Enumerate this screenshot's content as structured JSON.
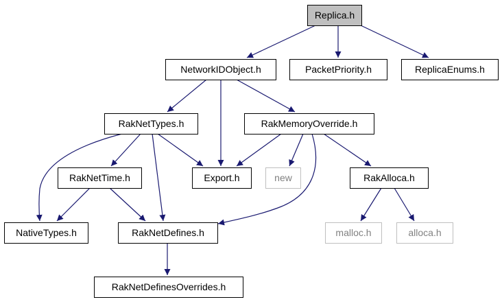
{
  "colors": {
    "edge": "#191970",
    "node_border": "#000000",
    "external_border": "#bfbfbf",
    "external_text": "#808080",
    "root_fill": "#bfbfbf",
    "node_fill": "#ffffff",
    "text": "#000000"
  },
  "nodes": {
    "replica": {
      "label": "Replica.h",
      "kind": "root"
    },
    "networkidobject": {
      "label": "NetworkIDObject.h",
      "kind": "normal"
    },
    "packetpriority": {
      "label": "PacketPriority.h",
      "kind": "normal"
    },
    "replicaenums": {
      "label": "ReplicaEnums.h",
      "kind": "normal"
    },
    "raknettypes": {
      "label": "RakNetTypes.h",
      "kind": "normal"
    },
    "rakmemoryoverride": {
      "label": "RakMemoryOverride.h",
      "kind": "normal"
    },
    "raknettime": {
      "label": "RakNetTime.h",
      "kind": "normal"
    },
    "export": {
      "label": "Export.h",
      "kind": "normal"
    },
    "new": {
      "label": "new",
      "kind": "external"
    },
    "rakalloca": {
      "label": "RakAlloca.h",
      "kind": "normal"
    },
    "nativetypes": {
      "label": "NativeTypes.h",
      "kind": "normal"
    },
    "raknetdefines": {
      "label": "RakNetDefines.h",
      "kind": "normal"
    },
    "malloc": {
      "label": "malloc.h",
      "kind": "external"
    },
    "alloca": {
      "label": "alloca.h",
      "kind": "external"
    },
    "raknetdefinesoverrides": {
      "label": "RakNetDefinesOverrides.h",
      "kind": "normal"
    }
  },
  "edges": [
    {
      "from": "replica",
      "to": "networkidobject"
    },
    {
      "from": "replica",
      "to": "packetpriority"
    },
    {
      "from": "replica",
      "to": "replicaenums"
    },
    {
      "from": "networkidobject",
      "to": "raknettypes"
    },
    {
      "from": "networkidobject",
      "to": "export"
    },
    {
      "from": "networkidobject",
      "to": "rakmemoryoverride"
    },
    {
      "from": "raknettypes",
      "to": "nativetypes"
    },
    {
      "from": "raknettypes",
      "to": "raknettime"
    },
    {
      "from": "raknettypes",
      "to": "export"
    },
    {
      "from": "raknettypes",
      "to": "raknetdefines"
    },
    {
      "from": "rakmemoryoverride",
      "to": "export"
    },
    {
      "from": "rakmemoryoverride",
      "to": "new"
    },
    {
      "from": "rakmemoryoverride",
      "to": "raknetdefines"
    },
    {
      "from": "rakmemoryoverride",
      "to": "rakalloca"
    },
    {
      "from": "raknettime",
      "to": "nativetypes"
    },
    {
      "from": "raknettime",
      "to": "raknetdefines"
    },
    {
      "from": "rakalloca",
      "to": "malloc"
    },
    {
      "from": "rakalloca",
      "to": "alloca"
    },
    {
      "from": "raknetdefines",
      "to": "raknetdefinesoverrides"
    }
  ]
}
